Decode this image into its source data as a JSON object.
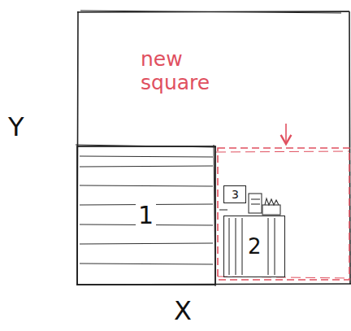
{
  "diagram": {
    "nodes": [
      {
        "text": [
          "new square"
        ]
      },
      {
        "text": [
          "1"
        ]
      },
      {
        "text": [
          "3"
        ],
        "in": 0
      },
      {
        "text": [
          "2"
        ],
        "in": 0
      }
    ],
    "labels": [
      "Y",
      "X"
    ]
  }
}
